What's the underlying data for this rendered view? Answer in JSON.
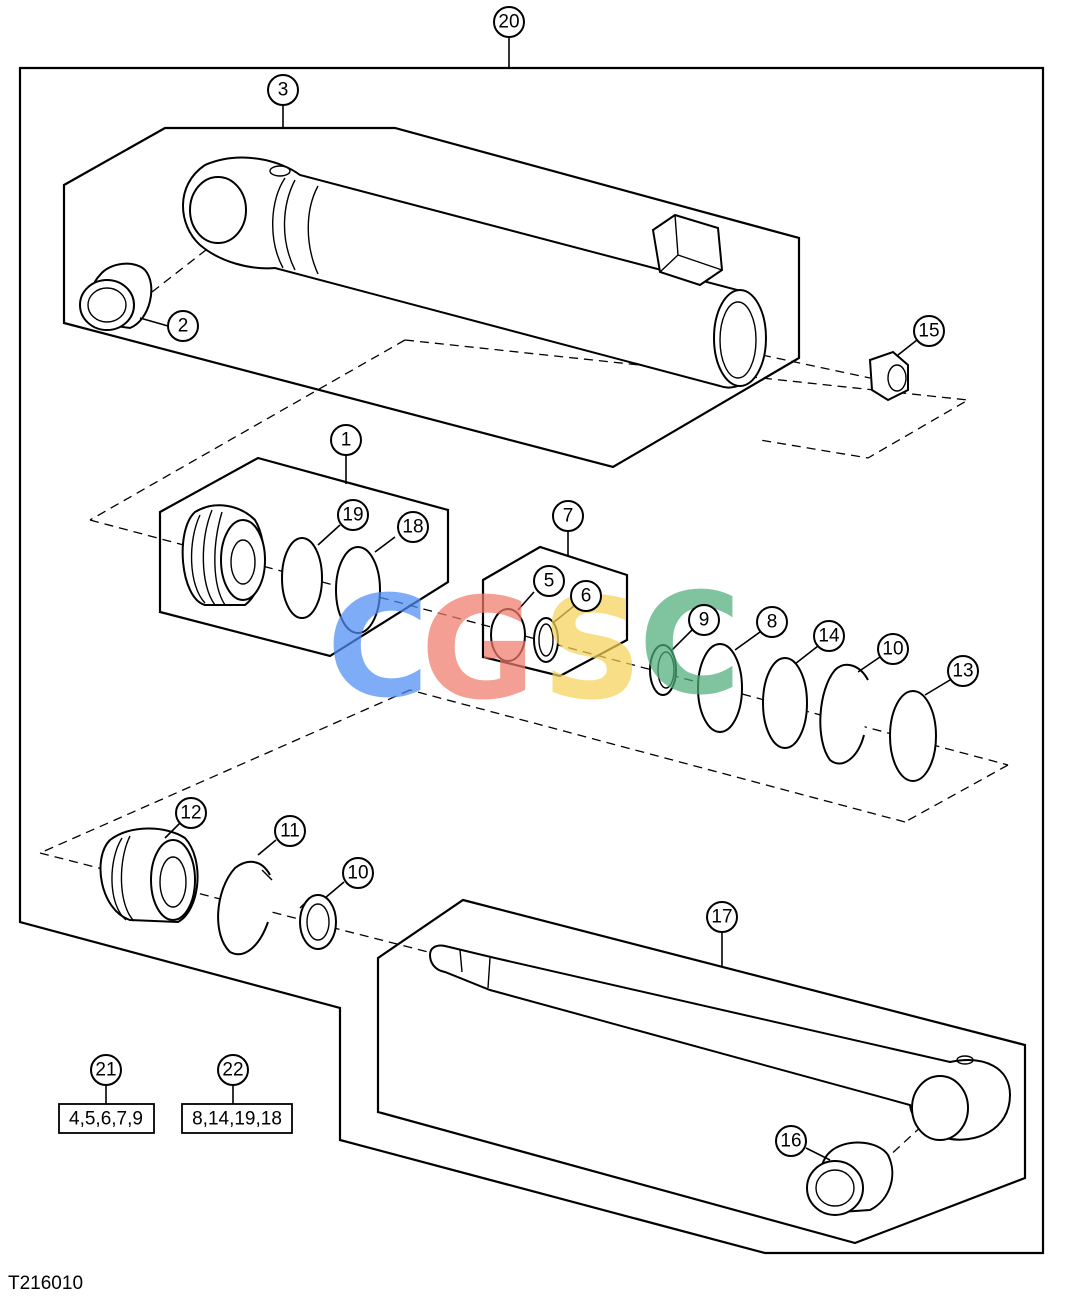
{
  "figure_id": "T216010",
  "watermark": {
    "letters": [
      "C",
      "G",
      "S",
      "C"
    ],
    "colors": [
      "#4f8df5",
      "#f07b6c",
      "#f6d45a",
      "#4fae7a"
    ]
  },
  "callouts": [
    "20",
    "3",
    "2",
    "15",
    "1",
    "19",
    "18",
    "7",
    "5",
    "6",
    "9",
    "8",
    "14",
    "10",
    "13",
    "12",
    "11",
    "10",
    "17",
    "21",
    "22",
    "16"
  ],
  "kits": [
    {
      "ref": "21",
      "contents": "4,5,6,7,9"
    },
    {
      "ref": "22",
      "contents": "8,14,19,18"
    }
  ]
}
